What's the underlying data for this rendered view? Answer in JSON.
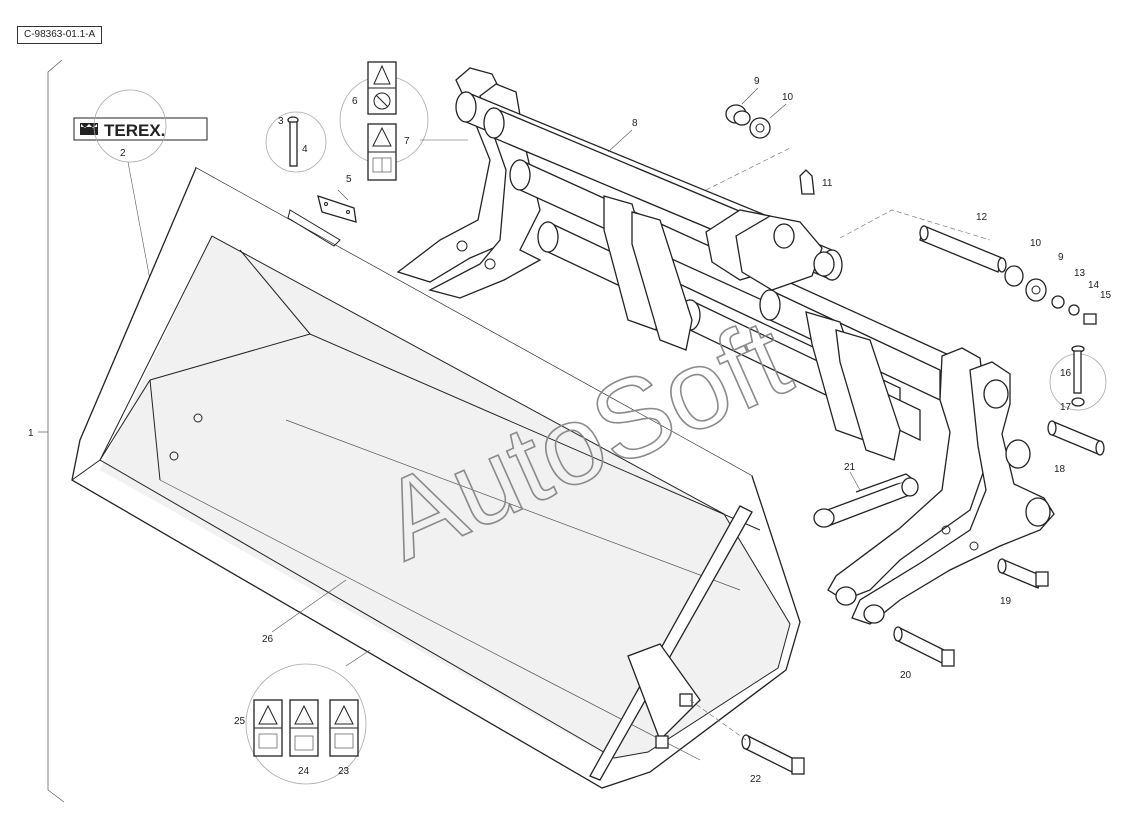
{
  "drawing_ref": "C-98363-01.1-A",
  "brand": {
    "logo_text": "TEREX."
  },
  "watermark": "AutoSoft",
  "callouts": [
    "1",
    "2",
    "3",
    "4",
    "5",
    "6",
    "7",
    "8",
    "9",
    "10",
    "9",
    "10",
    "11",
    "12",
    "13",
    "14",
    "15",
    "16",
    "17",
    "18",
    "19",
    "20",
    "21",
    "22",
    "23",
    "24",
    "25",
    "26"
  ]
}
